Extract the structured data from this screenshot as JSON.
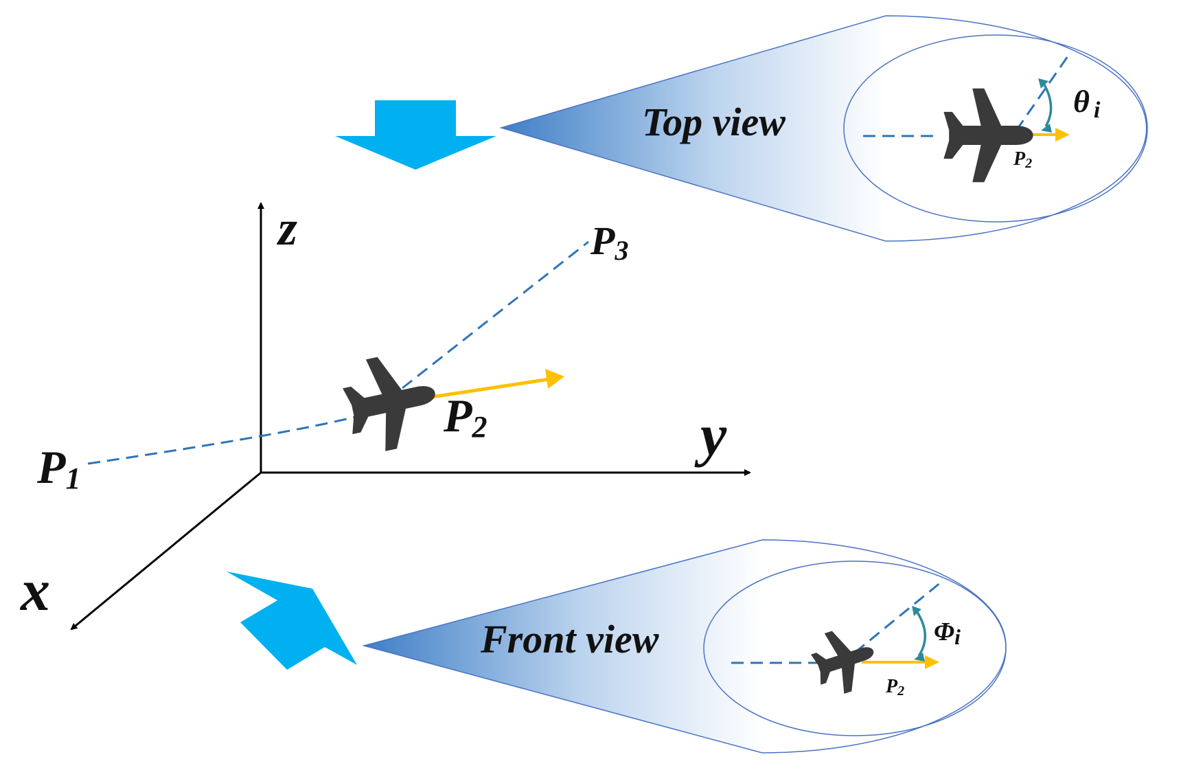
{
  "axes": {
    "x_label": "x",
    "y_label": "y",
    "z_label": "z"
  },
  "points": {
    "p1": "P",
    "p1_sub": "1",
    "p2": "P",
    "p2_sub": "2",
    "p3": "P",
    "p3_sub": "3"
  },
  "top_view": {
    "title": "Top view",
    "angle_symbol": "θ",
    "angle_sub": "i",
    "point": "P",
    "point_sub": "2"
  },
  "front_view": {
    "title": "Front view",
    "angle_symbol": "Φ",
    "angle_sub": "i",
    "point": "P",
    "point_sub": "2"
  },
  "colors": {
    "axis": "#000000",
    "path": "#2e75b6",
    "heading": "#ffc000",
    "view_arrow": "#00b0f0",
    "aircraft": "#3a3a3a",
    "bubble_edge": "#4a72c4",
    "bubble_grad_start": "#3e7fc6",
    "angle_arc": "#2e8a9a"
  },
  "icons": {
    "aircraft": "airplane-icon",
    "view_arrow": "down-arrow-icon"
  }
}
